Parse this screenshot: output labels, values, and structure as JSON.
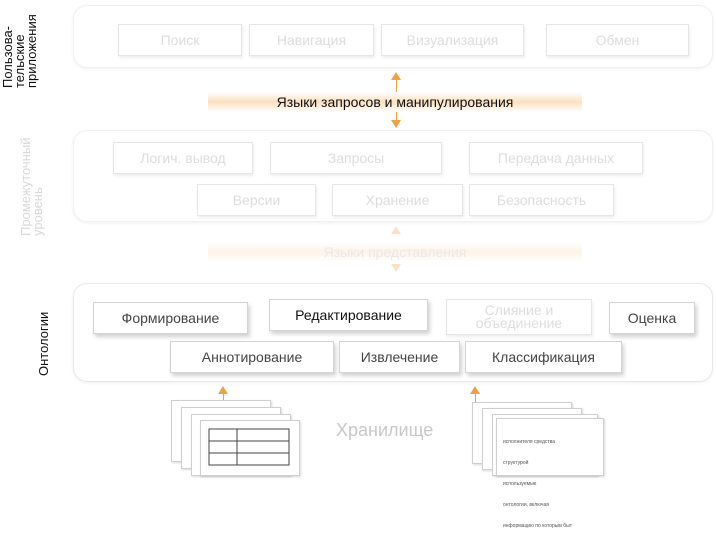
{
  "layers": {
    "user_apps": {
      "label": "Пользова-\nтельские\nприложения",
      "boxes": [
        "Поиск",
        "Навигация",
        "Визуализация",
        "Обмен"
      ]
    },
    "band_query": "Языки запросов и манипулирования",
    "middleware": {
      "label": "Промежуточный\nуровень",
      "row1": [
        "Логич. вывод",
        "Запросы",
        "Передача данных"
      ],
      "row2": [
        "Версии",
        "Хранение",
        "Безопасность"
      ]
    },
    "band_repr": "Языки представления",
    "ontologies": {
      "label": "Онтологии",
      "row1": [
        "Формирование",
        "Редактирование",
        "Слияние и\nобъединение",
        "Оценка"
      ],
      "row2": [
        "Аннотирование",
        "Извлечение",
        "Классификация"
      ]
    }
  },
  "storage": {
    "label": "Хранилище",
    "doc_lines": [
      "исполнителя средства",
      "структурой",
      "используемые",
      "онтологии, включая",
      "информацию по которым быт"
    ]
  },
  "colors": {
    "accent": "#f0a040",
    "band": "#fbe0c0"
  }
}
